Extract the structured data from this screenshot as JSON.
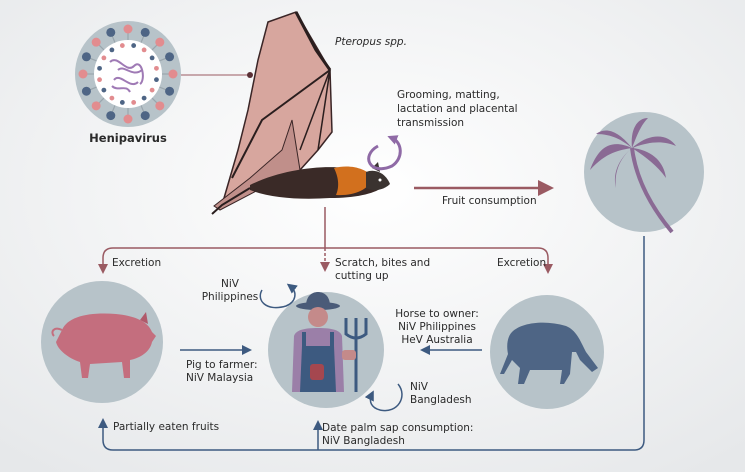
{
  "labels": {
    "bat_species": "Pteropus spp.",
    "virus": "Henipavirus",
    "grooming": [
      "Grooming, matting,",
      "lactation and placental",
      "transmission"
    ],
    "fruit_consumption": "Fruit consumption",
    "excretion_left": "Excretion",
    "excretion_right": "Excretion",
    "scratch": [
      "Scratch, bites and",
      "cutting up"
    ],
    "niv_philippines": [
      "NiV",
      "Philippines"
    ],
    "horse_to_owner": [
      "Horse to owner:",
      "NiV Philippines",
      "HeV Australia"
    ],
    "pig_to_farmer": [
      "Pig to farmer:",
      "NiV Malaysia"
    ],
    "niv_bangladesh": [
      "NiV",
      "Bangladesh"
    ],
    "partially_eaten": "Partially eaten fruits",
    "date_palm": [
      "Date palm sap consumption:",
      "NiV Bangladesh"
    ]
  },
  "colors": {
    "bat_arrow": "#9a5a62",
    "human_arrow": "#3d5a80",
    "circle_fill": "#b7c3c9",
    "pig": "#c46e7e",
    "horse": "#4e6585",
    "palm": "#8a6a94",
    "cycle_arrow": "#8f6aa6"
  }
}
